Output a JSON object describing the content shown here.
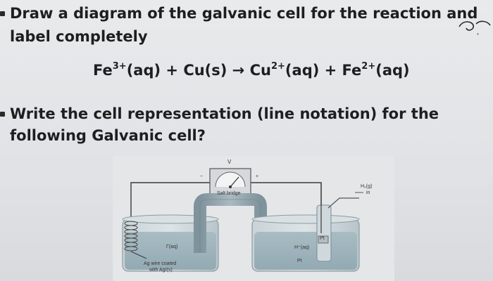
{
  "bullets": [
    {
      "line1": "Draw a diagram of the galvanic cell for the reaction and",
      "line2": "label completely"
    },
    {
      "line1": "Write the cell representation (line notation) for the",
      "line2": "following Galvanic cell?"
    }
  ],
  "equation": {
    "reactant1_base": "Fe",
    "reactant1_charge": "3+",
    "reactant1_state": "(aq) + Cu(s) → Cu",
    "product1_charge": "2+",
    "product1_state": "(aq) + Fe",
    "product2_charge": "2+",
    "product2_state": "(aq)"
  },
  "diagram": {
    "voltmeter_label": "V",
    "salt_bridge_label": "Salt bridge",
    "gas_label_line1": "H₂(g)",
    "gas_label_line2": "in",
    "left_solution_label": "Γ(aq)",
    "right_solution_label": "H⁺(aq)",
    "right_electrode_label": "Pt",
    "right_box_label": "Pt",
    "left_electrode_label_line1": "Ag wire coated",
    "left_electrode_label_line2": "with AgI(s)",
    "minus_sign": "−",
    "plus_sign": "+"
  },
  "colors": {
    "text": "#1e1e20",
    "background": "#e3e4e7",
    "glass": "#b9c6cc",
    "solution": "#9fb5bd",
    "wire": "#3a3a3a"
  }
}
